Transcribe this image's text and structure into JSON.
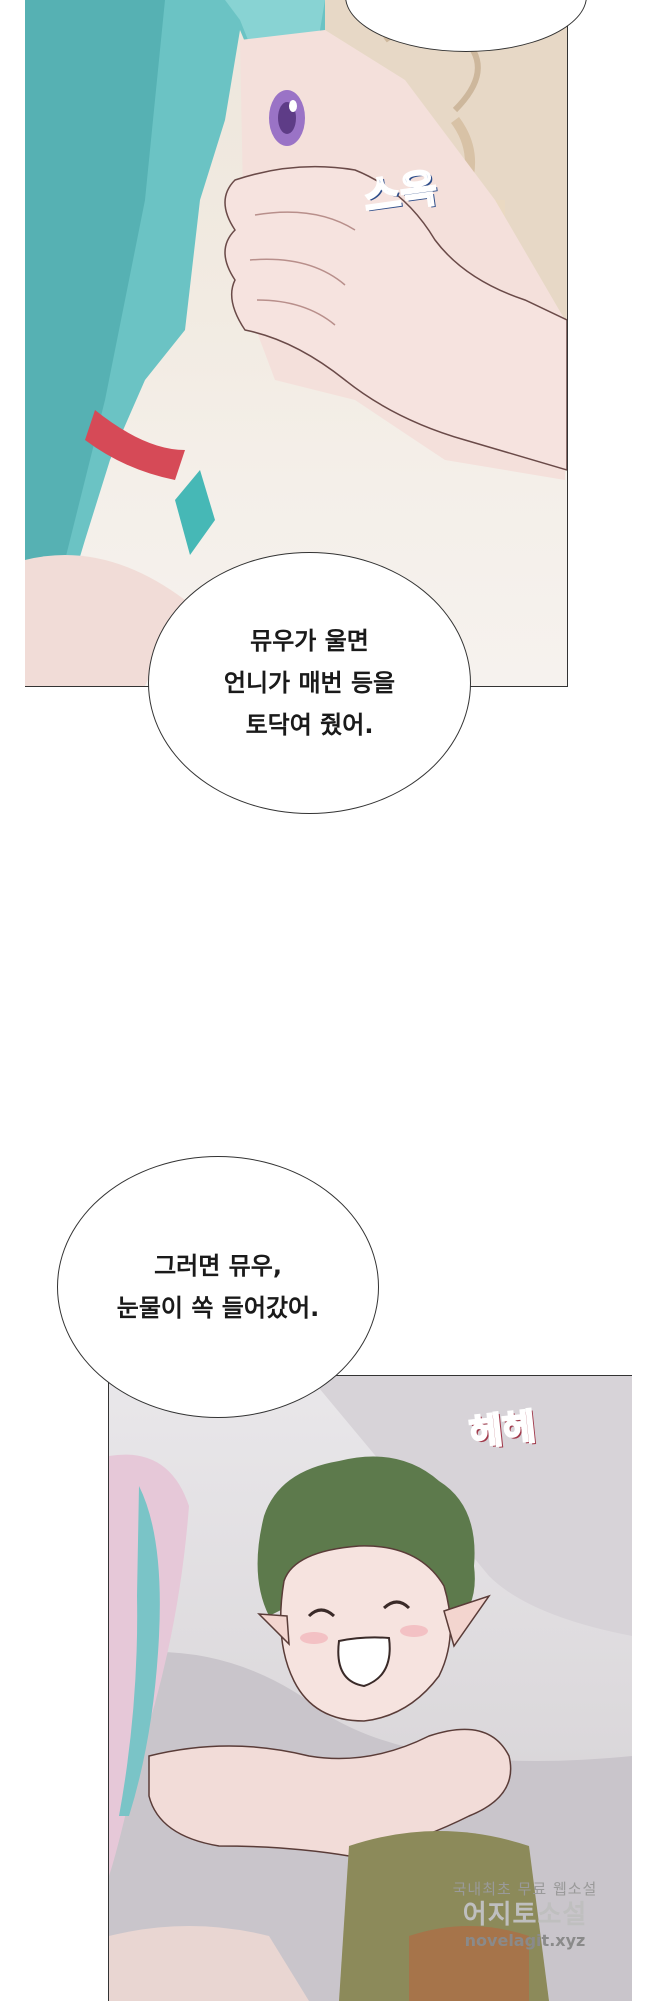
{
  "panel_top": {
    "sfx": "스윽"
  },
  "bubble_1": {
    "lines": [
      "뮤우가 울면",
      "언니가 매번 등을",
      "토닥여 줬어."
    ]
  },
  "bubble_2": {
    "lines": [
      "그러면 뮤우,",
      "눈물이 쏙 들어갔어."
    ]
  },
  "panel_bottom": {
    "sfx": "헤헤"
  },
  "watermark": {
    "line1": "국내최초 무료 웹소설",
    "line2": "어지토소설",
    "line3": "novelagit.xyz"
  },
  "colors": {
    "hair_teal": "#6bc3c4",
    "hair_green": "#5d7a4c",
    "skin": "#f3dcd8",
    "sfx_blue": "#5a86c9",
    "sfx_pink": "#e07c8c"
  }
}
